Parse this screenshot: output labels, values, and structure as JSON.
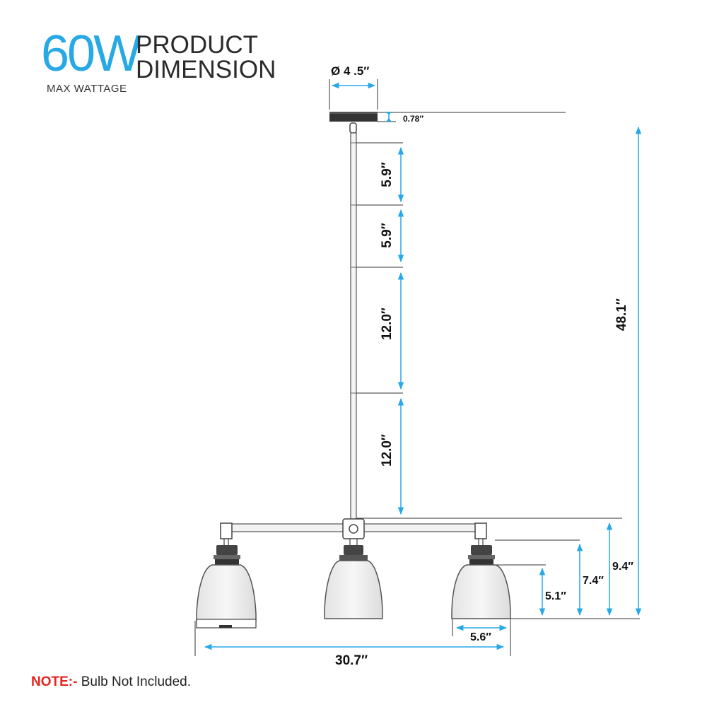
{
  "header": {
    "wattage": "60W",
    "title_line1": "PRODUCT",
    "title_line2": "DIMENSION",
    "subtitle": "MAX WATTAGE"
  },
  "note": {
    "label": "NOTE:-",
    "text": "Bulb Not Included."
  },
  "dimensions": {
    "canopy_diameter": "Ø 4 .5″",
    "canopy_height": "0.78″",
    "rod_1": "5.9″",
    "rod_2": "5.9″",
    "rod_3": "12.0″",
    "rod_4": "12.0″",
    "overall_height": "48.1″",
    "fixture_height": "9.4″",
    "arm_to_bottom": "7.4″",
    "shade_height": "5.1″",
    "shade_width": "5.6″",
    "overall_width": "30.7″"
  },
  "colors": {
    "accent": "#27a9e6",
    "dimension_line": "#27a9e6",
    "note_label": "#e8231f",
    "fixture_dark": "#333333"
  }
}
